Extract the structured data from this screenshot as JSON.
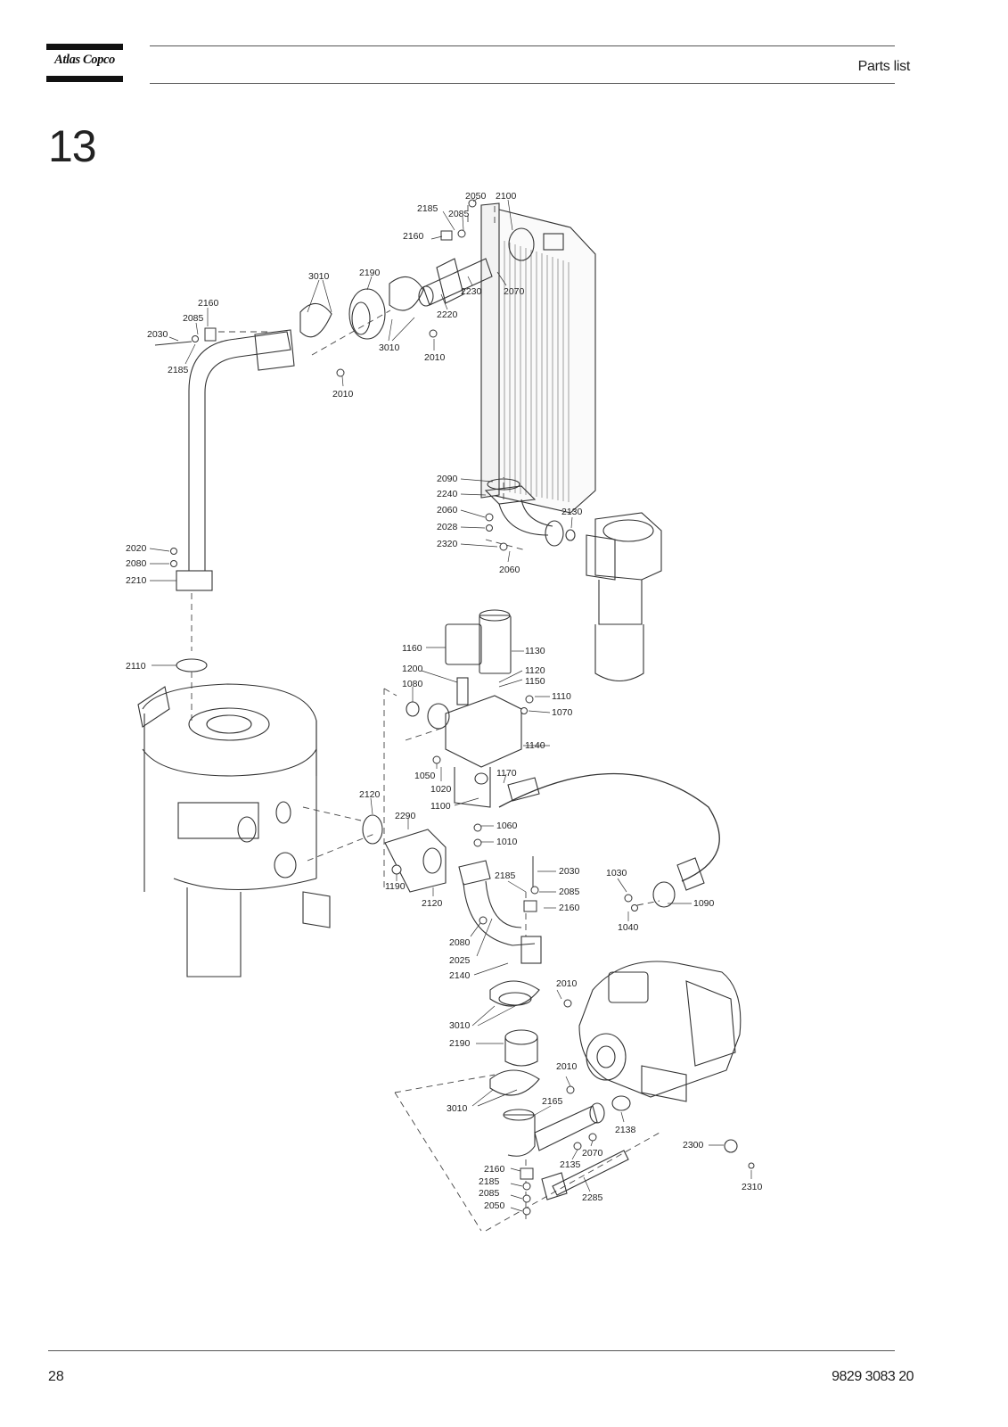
{
  "header": {
    "brand_name": "Atlas Copco",
    "title": "Parts list"
  },
  "section": {
    "number": "13"
  },
  "diagram": {
    "part_labels": [
      "2185",
      "2050",
      "2100",
      "2085",
      "2160",
      "3010",
      "2190",
      "2230",
      "2070",
      "2160",
      "2085",
      "2030",
      "2185",
      "2220",
      "3010",
      "2010",
      "2010",
      "2090",
      "2240",
      "2060",
      "2130",
      "2028",
      "2320",
      "2060",
      "2020",
      "2080",
      "2210",
      "1160",
      "1130",
      "1200",
      "1120",
      "1150",
      "1080",
      "1110",
      "1070",
      "1140",
      "2110",
      "1050",
      "1020",
      "1170",
      "1100",
      "2120",
      "2290",
      "1060",
      "1010",
      "2030",
      "1030",
      "2185",
      "2085",
      "1090",
      "1190",
      "2120",
      "2160",
      "1040",
      "2080",
      "2025",
      "2140",
      "2010",
      "3010",
      "2190",
      "2010",
      "3010",
      "2165",
      "2138",
      "2300",
      "2070",
      "2160",
      "2135",
      "2185",
      "2310",
      "2085",
      "2285",
      "2050"
    ]
  },
  "footer": {
    "page_number": "28",
    "document_number": "9829 3083 20"
  }
}
